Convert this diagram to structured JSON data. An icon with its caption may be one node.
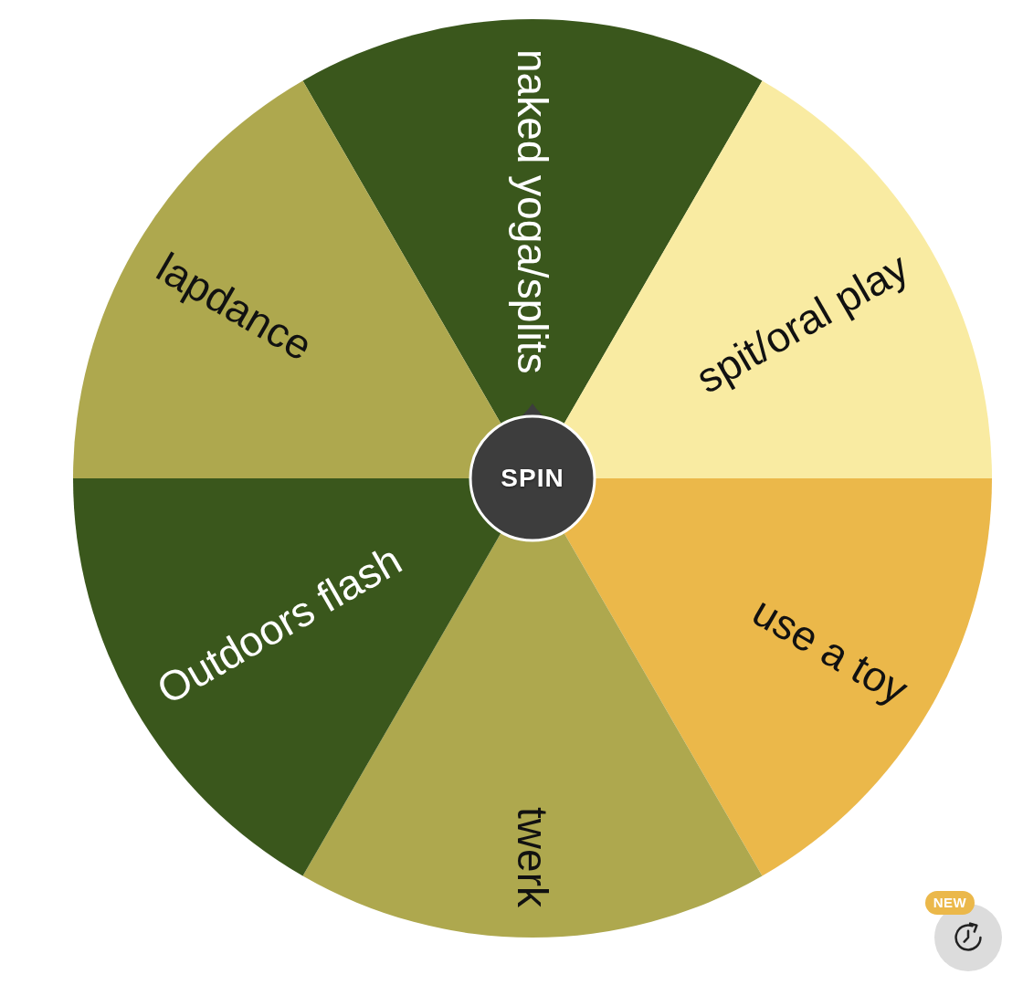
{
  "diagram": {
    "nodes": [
      {
        "text": [
          "naked yoga/splits"
        ]
      },
      {
        "text": [
          "spit/oral play"
        ]
      },
      {
        "text": [
          "use a toy"
        ]
      },
      {
        "text": [
          "twerk"
        ]
      },
      {
        "text": [
          "Outdoors flash"
        ]
      },
      {
        "text": [
          "lapdance"
        ]
      },
      {
        "text": [
          "SPIN"
        ]
      },
      {
        "text": [
          "NEW"
        ]
      }
    ]
  }
}
